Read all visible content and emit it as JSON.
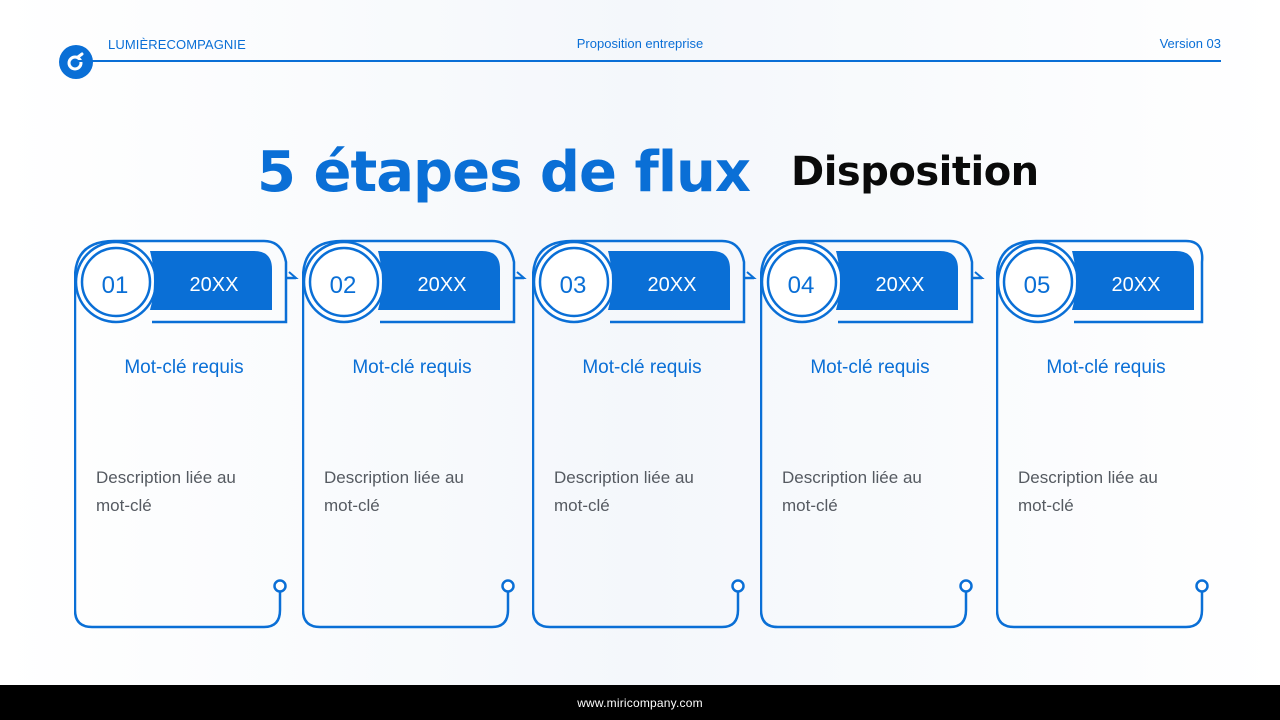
{
  "header": {
    "brand": "LUMIÈRECOMPAGNIE",
    "proposal": "Proposition entreprise",
    "version": "Version 03",
    "logo_icon": "brand-logo-icon"
  },
  "title": {
    "main": "5 étapes de flux",
    "sub": "Disposition"
  },
  "steps": [
    {
      "number": "01",
      "year": "20XX",
      "keyword": "Mot-clé requis",
      "description": "Description liée au mot-clé"
    },
    {
      "number": "02",
      "year": "20XX",
      "keyword": "Mot-clé requis",
      "description": "Description liée au mot-clé"
    },
    {
      "number": "03",
      "year": "20XX",
      "keyword": "Mot-clé requis",
      "description": "Description liée au mot-clé"
    },
    {
      "number": "04",
      "year": "20XX",
      "keyword": "Mot-clé requis",
      "description": "Description liée au mot-clé"
    },
    {
      "number": "05",
      "year": "20XX",
      "keyword": "Mot-clé requis",
      "description": "Description liée au mot-clé"
    }
  ],
  "footer": {
    "url": "www.miricompany.com"
  },
  "colors": {
    "accent": "#0a6fd6",
    "text_dark": "#0a0a0a",
    "text_gray": "#555a61",
    "footer_bg": "#000000"
  }
}
